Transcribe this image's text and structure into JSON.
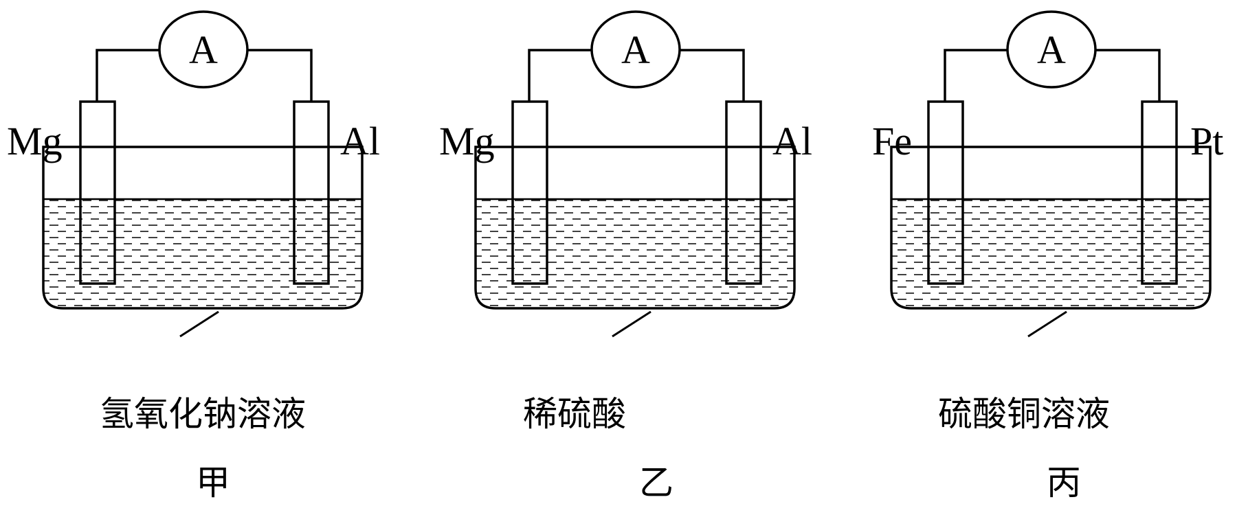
{
  "cells": [
    {
      "name": "甲",
      "meter": "A",
      "left_electrode": "Mg",
      "right_electrode": "Al",
      "solution": "氢氧化钠溶液"
    },
    {
      "name": "乙",
      "meter": "A",
      "left_electrode": "Mg",
      "right_electrode": "Al",
      "solution": "稀硫酸"
    },
    {
      "name": "丙",
      "meter": "A",
      "left_electrode": "Fe",
      "right_electrode": "Pt",
      "solution": "硫酸铜溶液"
    }
  ]
}
